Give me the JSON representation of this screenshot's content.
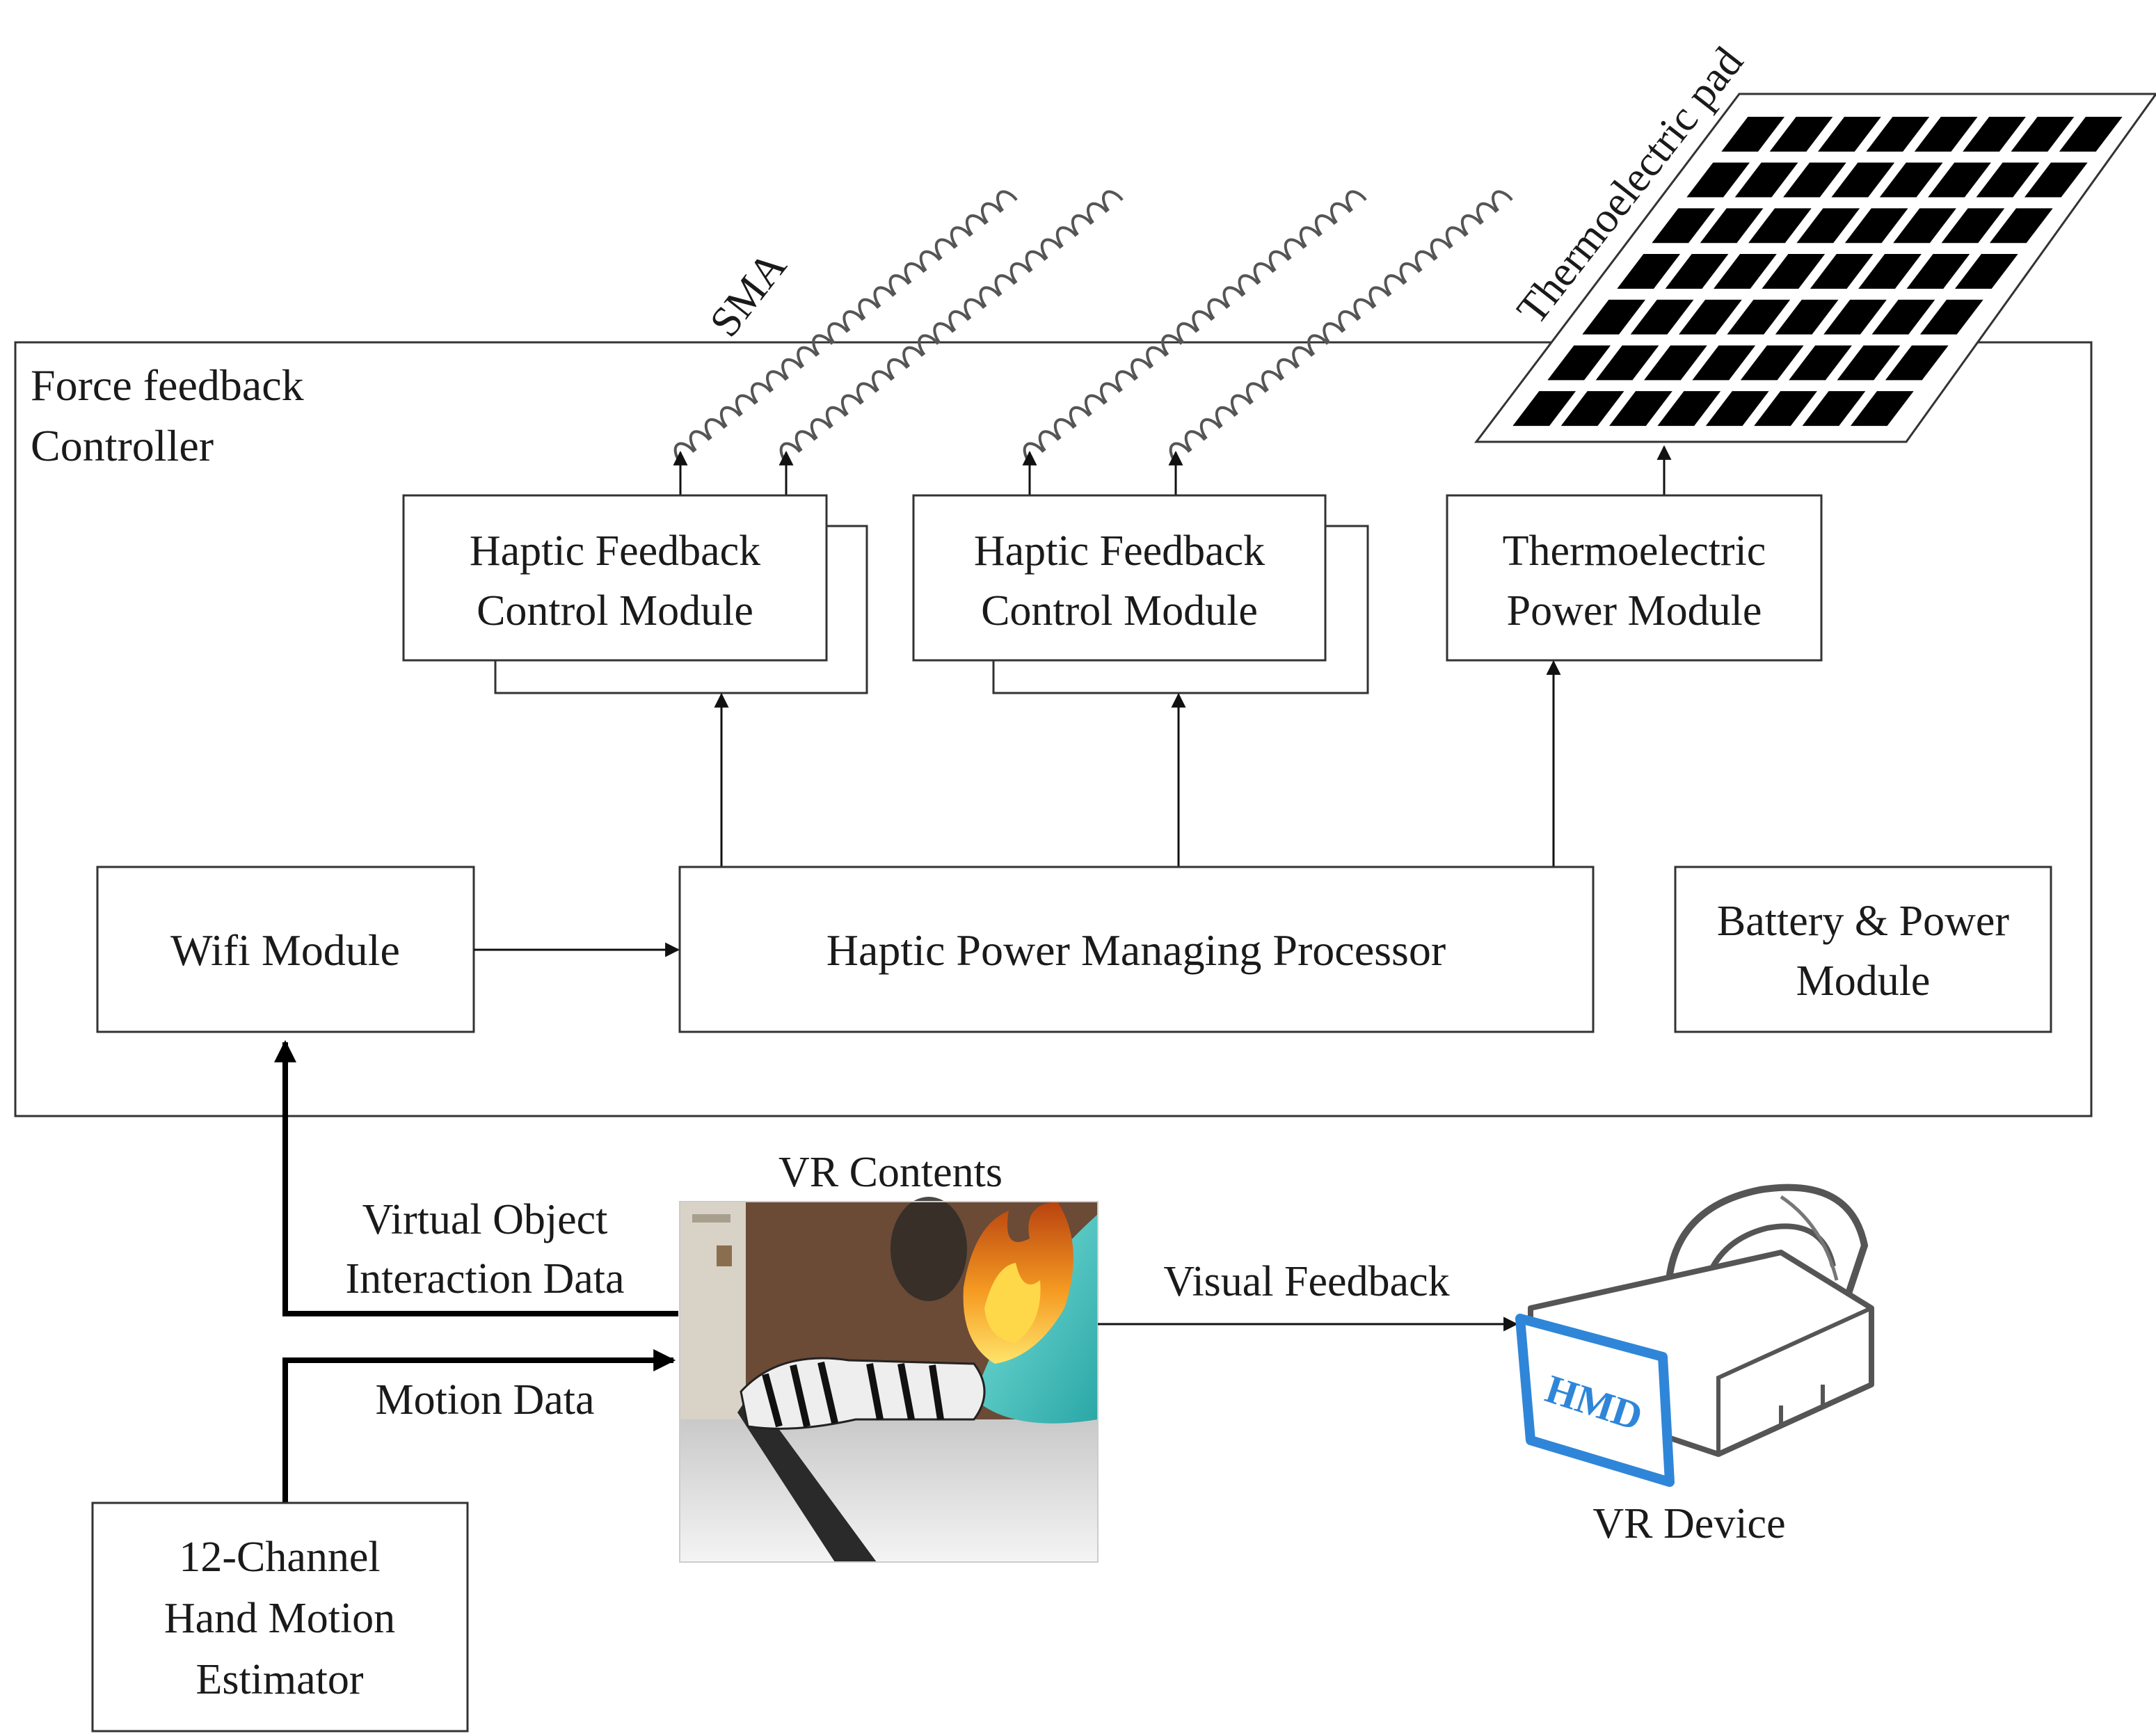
{
  "controller": {
    "label_line1": "Force feedback",
    "label_line2": "Controller"
  },
  "sma_label": "SMA",
  "thermo_pad_label": "Thermoelectric pad",
  "modules": {
    "haptic1": {
      "line1": "Haptic Feedback",
      "line2": "Control Module"
    },
    "haptic2": {
      "line1": "Haptic Feedback",
      "line2": "Control Module"
    },
    "thermo_power": {
      "line1": "Thermoelectric",
      "line2": "Power Module"
    },
    "wifi": {
      "line1": "Wifi Module"
    },
    "processor": {
      "line1": "Haptic Power Managing Processor"
    },
    "battery": {
      "line1": "Battery & Power",
      "line2": "Module"
    },
    "estimator": {
      "line1": "12-Channel",
      "line2": "Hand Motion",
      "line3": "Estimator"
    }
  },
  "vr": {
    "contents_label": "VR Contents",
    "visual_feedback": "Visual Feedback",
    "device_label": "VR Device",
    "hmd_text": "HMD"
  },
  "data_labels": {
    "interaction_line1": "Virtual Object",
    "interaction_line2": "Interaction Data",
    "motion": "Motion Data"
  },
  "colors": {
    "hmd_blue": "#2f86d8",
    "fire_orange": "#f08a1c",
    "teal": "#3fc3c0",
    "wall_brown": "#6b4a36"
  },
  "icons": {
    "sma": "coil-spring-icon",
    "pad": "thermoelectric-grid-icon",
    "hmd": "vr-headset-icon"
  }
}
